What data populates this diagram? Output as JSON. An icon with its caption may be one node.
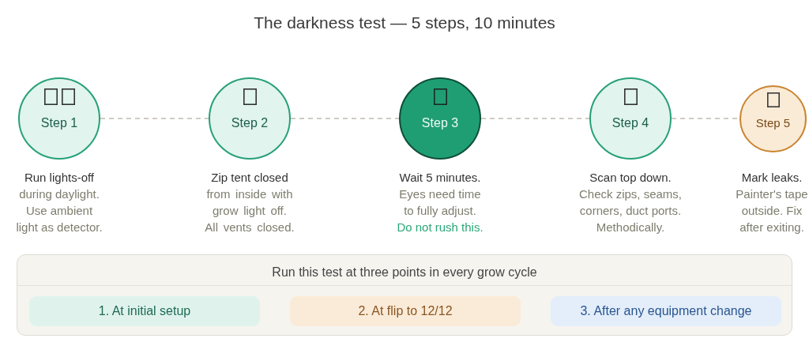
{
  "diagram": {
    "title": "The darkness test — 5 steps, 10 minutes",
    "nodes": [
      {
        "text": [
          "Step 1"
        ],
        "beside": [
          "Run lights-off",
          "during daylight. Use ambient light as detector."
        ]
      },
      {
        "text": [
          "Step 2"
        ],
        "beside": [
          "Zip tent closed",
          "from inside with grow light off. All vents closed."
        ]
      },
      {
        "text": [
          "Step 3"
        ],
        "beside": [
          "Wait 5 minutes.",
          "Eyes need time to fully adjust.",
          "Do not rush this."
        ]
      },
      {
        "text": [
          "Step 4"
        ],
        "beside": [
          "Scan top down.",
          "Check zips, seams, corners, duct ports. Methodically."
        ]
      },
      {
        "text": [
          "Step 5"
        ],
        "beside": [
          "Mark leaks.",
          "Painter's tape outside. Fix after exiting."
        ]
      },
      {
        "text": [
          "Run this test at three points in every grow cycle"
        ]
      },
      {
        "text": [
          "1. At initial setup"
        ],
        "in": 5
      },
      {
        "text": [
          "2. At flip to 12/12"
        ],
        "in": 5
      },
      {
        "text": [
          "3. After any equipment change"
        ],
        "in": 5
      }
    ],
    "edges": [
      {
        "from": 0,
        "to": 1,
        "arrow": "none",
        "style": "dashed"
      },
      {
        "from": 1,
        "to": 2,
        "arrow": "none",
        "style": "dashed"
      },
      {
        "from": 2,
        "to": 3,
        "arrow": "none",
        "style": "dashed"
      },
      {
        "from": 3,
        "to": 4,
        "arrow": "none",
        "style": "dashed"
      }
    ]
  }
}
